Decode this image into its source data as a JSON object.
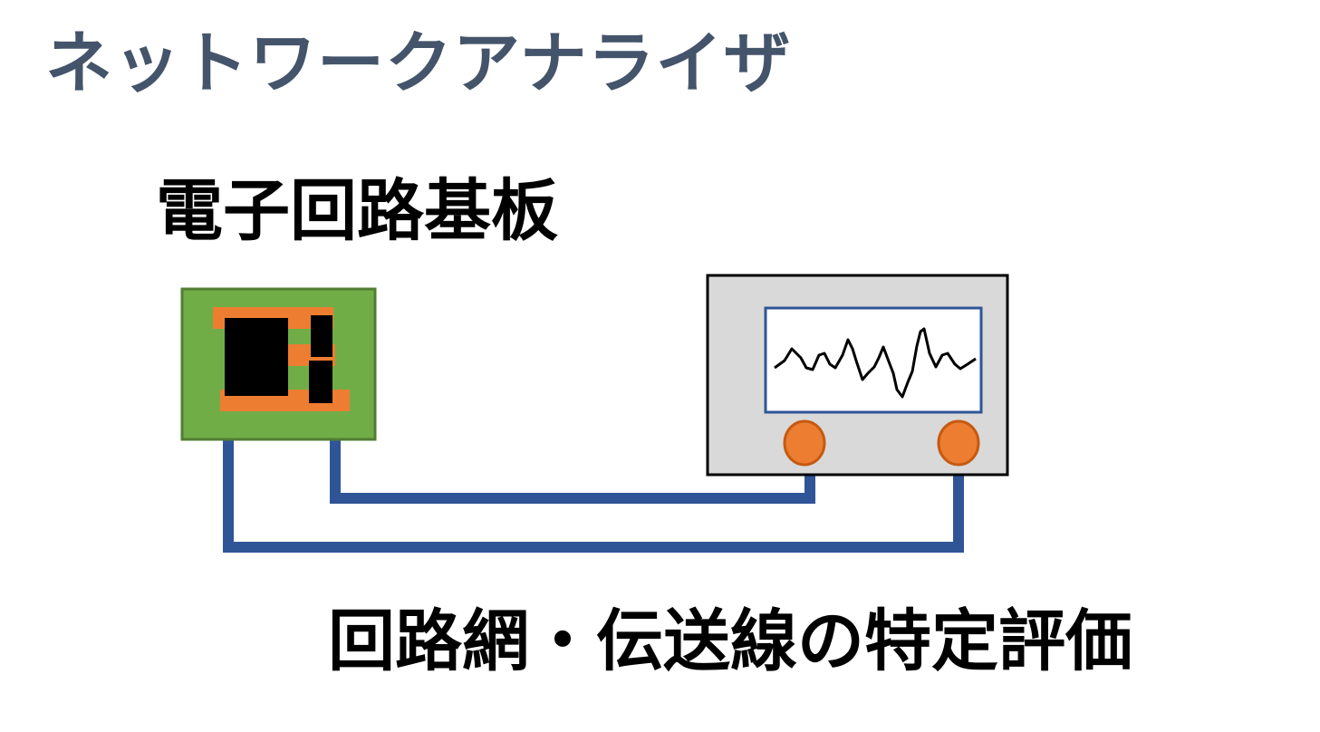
{
  "title": "ネットワークアナライザ",
  "pcb_label": "電子回路基板",
  "caption": "回路網・伝送線の特定評価",
  "colors": {
    "title_text": "#44546a",
    "board_fill": "#70ad47",
    "board_border": "#507e32",
    "pad_orange": "#ed7d31",
    "component_black": "#000000",
    "cable_blue": "#2f5597",
    "analyzer_body": "#d9d9d9",
    "screen_border": "#2f5597",
    "port_fill": "#ed7d31",
    "port_border": "#c55a11"
  },
  "icons": {
    "board": "circuit-board-icon",
    "analyzer": "network-analyzer-icon",
    "waveform": "waveform-icon"
  }
}
